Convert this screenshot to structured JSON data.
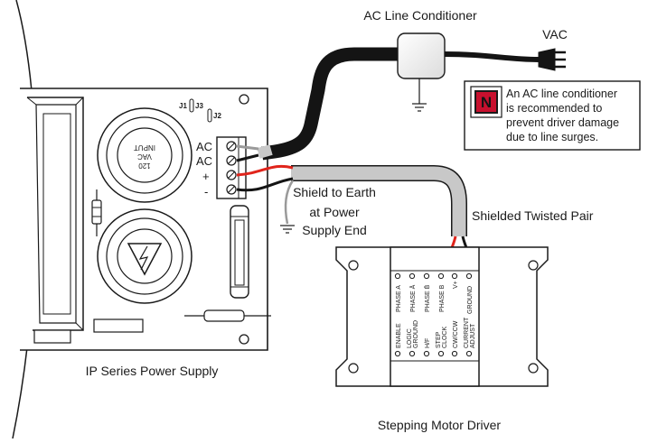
{
  "labels": {
    "ac_line_conditioner": "AC Line Conditioner",
    "vac": "VAC",
    "power_supply": "IP Series Power Supply",
    "stepping_motor_driver": "Stepping Motor Driver",
    "shielded_twisted_pair": "Shielded Twisted Pair",
    "shield_to_earth": [
      "Shield to Earth",
      "at Power",
      "Supply End"
    ]
  },
  "note": {
    "badge": "N",
    "lines": [
      "An AC line conditioner",
      "is recommended to",
      "prevent driver damage",
      "due to line surges."
    ]
  },
  "power_supply": {
    "jumpers": [
      "J1",
      "J3",
      "J2"
    ],
    "transformer_label": [
      "120",
      "VAC",
      "INPUT"
    ],
    "terminals": [
      "AC",
      "AC",
      "+",
      "-"
    ]
  },
  "driver": {
    "top_pins": [
      "PHASE A",
      "PHASE Ā",
      "PHASE B̄",
      "PHASE B",
      "V+",
      "GROUND"
    ],
    "bottom_pins": [
      [
        "ENABLE"
      ],
      [
        "LOGIC",
        "GROUND"
      ],
      [
        "H/F"
      ],
      [
        "STEP",
        "CLOCK"
      ],
      [
        "CW/CCW"
      ],
      [
        "CURRENT",
        "ADJUST"
      ]
    ]
  },
  "colors": {
    "line": "#1a1a1a",
    "cable_black": "#141414",
    "cable_gray": "#c8c8c8",
    "wire_red": "#e0241b",
    "conditioner_fill": "#f2f2f2",
    "note_badge": "#c8102e"
  }
}
